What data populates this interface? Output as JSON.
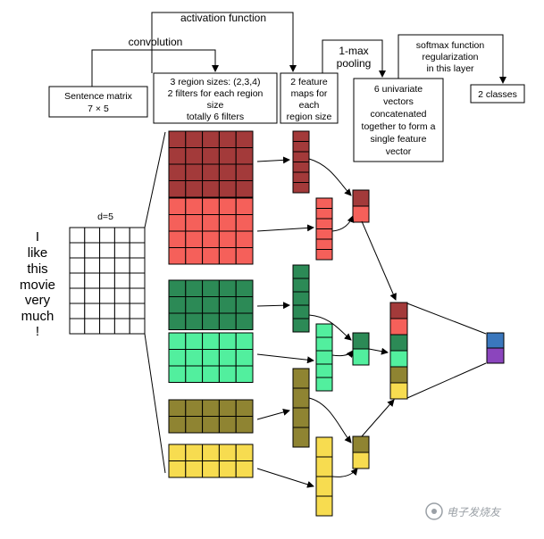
{
  "boxes": {
    "sentence_matrix": [
      "Sentence matrix",
      "7 × 5"
    ],
    "region": [
      "3 region sizes: (2,3,4)",
      "2 filters for each region",
      "size",
      "totally 6 filters"
    ],
    "feature_maps": [
      "2 feature",
      "maps for",
      "each",
      "region size"
    ],
    "univariate": [
      "6 univariate",
      "vectors",
      "concatenated",
      "together to form a",
      "single feature",
      "vector"
    ],
    "classes": [
      "2 classes"
    ]
  },
  "labels": {
    "convolution": "convolution",
    "activation_function": "activation function",
    "max_pooling": [
      "1-max",
      "pooling"
    ],
    "softmax": [
      "softmax function",
      "regularization",
      "in this layer"
    ],
    "d": "d=5"
  },
  "sentence_words": [
    "I",
    "like",
    "this",
    "movie",
    "very",
    "much",
    "!"
  ],
  "watermark": "电子发烧友",
  "colors": {
    "filter_1": "#a33a3a",
    "filter_2": "#f5605a",
    "filter_3": "#2c8a56",
    "filter_4": "#52ef9e",
    "filter_5": "#8f8432",
    "filter_6": "#f7dc50",
    "class_1": "#3a77bd",
    "class_2": "#8b45bd"
  }
}
